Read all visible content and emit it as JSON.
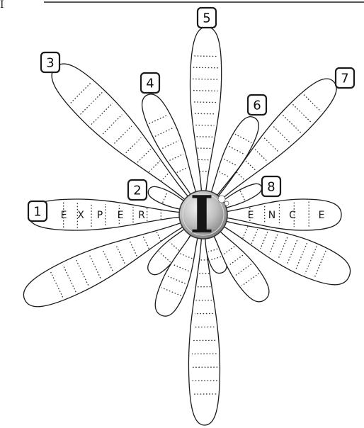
{
  "page": {
    "corner_mark": "I"
  },
  "diagram": {
    "center_letter": "I",
    "word_row_left": [
      "E",
      "X",
      "P",
      "E",
      "R"
    ],
    "word_row_right": [
      "E",
      "N",
      "C",
      "E"
    ],
    "petal_numbers": [
      "1",
      "2",
      "3",
      "4",
      "5",
      "6",
      "7",
      "8"
    ]
  }
}
